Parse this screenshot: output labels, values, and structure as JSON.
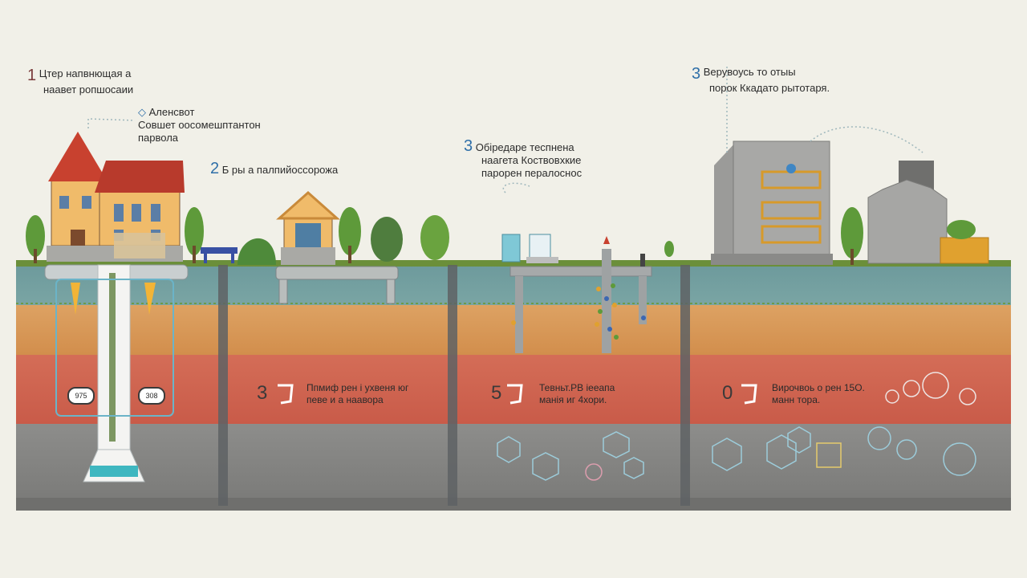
{
  "labels": {
    "l1_num": "1",
    "l1_line1": "Цтер напвнющая а",
    "l1_line2": "наавет ропшосаии",
    "l1b_line1": "Аленсвот",
    "l1b_line2": "Совшет оосомешптантон",
    "l1b_line3": "парвола",
    "l2_num": "2",
    "l2_text": "Б ры а палпийоссорожа",
    "l3a_num": "3",
    "l3a_line1": "Обіредаре теспнена",
    "l3a_line2": "наагета Коствовхкие",
    "l3a_line3": "парорен пералоснос",
    "l3b_num": "3",
    "l3b_line1": "Верувоусь то отыы",
    "l3b_line2": "порок Ккадато рытотаря."
  },
  "steps": [
    {
      "num": "3",
      "line1": "Ппмиф рен і ухвеня юг",
      "line2": "певе и а наавора"
    },
    {
      "num": "5",
      "line1": "Тевньт.РВ іееапа",
      "line2": "манія иг 4хори."
    },
    {
      "num": "0",
      "line1": "Вирочвоь о рен 15О.",
      "line2": "манн тора."
    }
  ],
  "badges": {
    "left": "975",
    "right": "308"
  },
  "colors": {
    "background": "#f1f0e8",
    "layer_teal": "#6e9c9e",
    "layer_orange": "#d99a55",
    "layer_red": "#cf6553",
    "layer_grey": "#878787",
    "accent_blue": "#2f6fa8"
  }
}
